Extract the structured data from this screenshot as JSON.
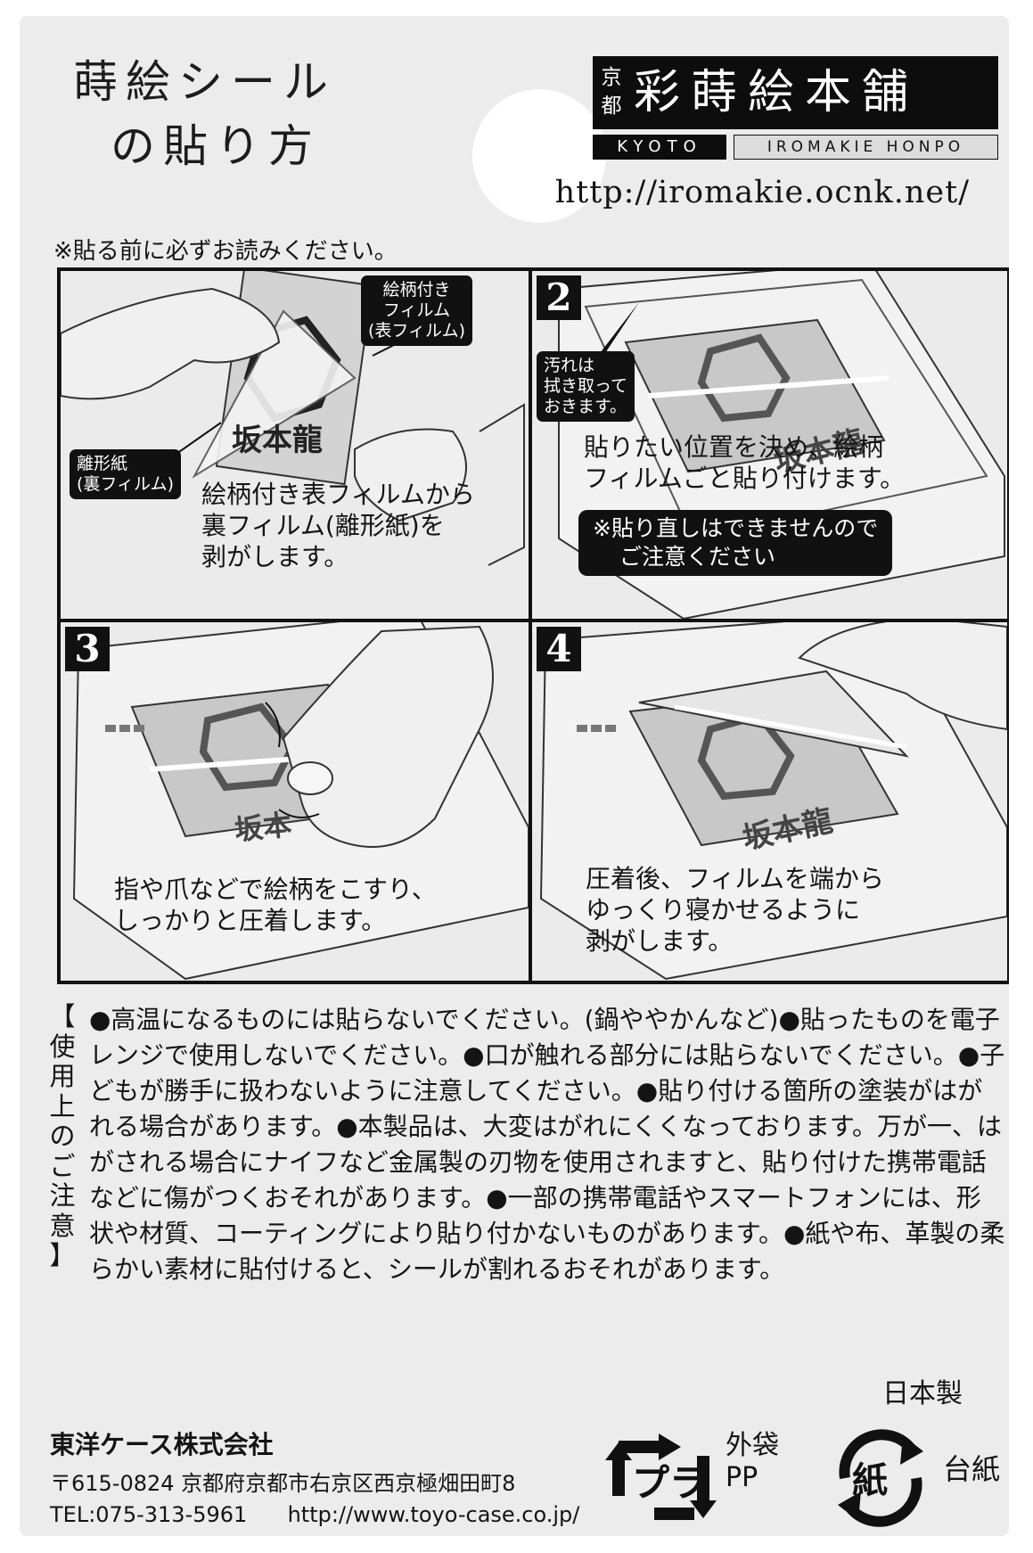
{
  "header": {
    "title_line1": "蒔絵シール",
    "title_line2": "の貼り方",
    "brand_kyoto": "京都",
    "brand_name": "彩蒔絵本舗",
    "brand_sub_left": "KYOTO",
    "brand_sub_right": "IROMAKIE HONPO",
    "url": "http://iromakie.ocnk.net/"
  },
  "note": "※貼る前に必ずお読みください。",
  "steps": [
    {
      "number": "",
      "label_film_front": [
        "絵柄付き",
        "フィルム",
        "(表フィルム)"
      ],
      "label_film_back": [
        "離形紙",
        "(裏フィルム)"
      ],
      "sticker_text": "坂本龍",
      "text": [
        "絵柄付き表フィルムから",
        "裏フィルム(離形紙)を",
        "剥がします。"
      ]
    },
    {
      "number": "2",
      "label_wipe": [
        "汚れは",
        "拭き取って",
        "おきます。"
      ],
      "sticker_text": "坂本龍",
      "text": [
        "貼りたい位置を決め、絵柄",
        "フィルムごと貼り付けます。"
      ],
      "warning": [
        "※貼り直しはできませんので",
        "ご注意ください"
      ]
    },
    {
      "number": "3",
      "sticker_text": "坂本",
      "text": [
        "指や爪などで絵柄をこすり、",
        "しっかりと圧着します。"
      ]
    },
    {
      "number": "4",
      "sticker_text": "坂本龍",
      "text": [
        "圧着後、フィルムを端から",
        "ゆっくり寝かせるように",
        "剥がします。"
      ]
    }
  ],
  "caution": {
    "heading_chars": [
      "【",
      "使",
      "用",
      "上",
      "の",
      "ご",
      "注",
      "意",
      "】"
    ],
    "body": "●高温になるものには貼らないでください。(鍋ややかんなど)●貼ったものを電子レンジで使用しないでください。●口が触れる部分には貼らないでください。●子どもが勝手に扱わないように注意してください。●貼り付ける箇所の塗装がはがれる場合があります。●本製品は、大変はがれにくくなっております。万が一、はがされる場合にナイフなど金属製の刃物を使用されますと、貼り付けた携帯電話などに傷がつくおそれがあります。●一部の携帯電話やスマートフォンには、形状や材質、コーティングにより貼り付かないものがあります。●紙や布、革製の柔らかい素材に貼付けると、シールが割れるおそれがあります。"
  },
  "made_in": "日本製",
  "footer": {
    "company": "東洋ケース株式会社",
    "address": "〒615-0824 京都府京都市右京区西京極畑田町8",
    "tel": "TEL:075-313-5961",
    "web": "http://www.toyo-case.co.jp/"
  },
  "recycle": {
    "pp_symbol": "プラ",
    "pp_line1": "外袋",
    "pp_line2": "PP",
    "paper_symbol": "紙",
    "paper_label": "台紙"
  }
}
